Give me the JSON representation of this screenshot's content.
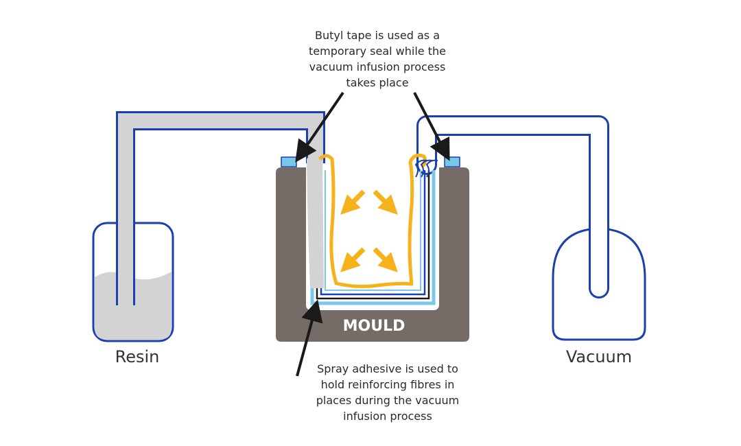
{
  "labels": {
    "resin": "Resin",
    "vacuum": "Vacuum",
    "mould": "MOULD"
  },
  "annotations": {
    "butyl_tape": [
      "Butyl tape is used as a",
      "temporary seal while the",
      "vacuum infusion process",
      "takes place"
    ],
    "spray_adhesive": [
      "Spray adhesive is used to",
      "hold reinforcing fibres in",
      "places during the vacuum",
      "infusion process"
    ]
  },
  "colors": {
    "outline_blue": "#1a3fae",
    "resin_grey": "#d3d3d3",
    "mould_brown": "#756c67",
    "flow_yellow": "#f5b21b",
    "tape_blue": "#7ac8e8",
    "arrow_black": "#1a1a1a"
  }
}
